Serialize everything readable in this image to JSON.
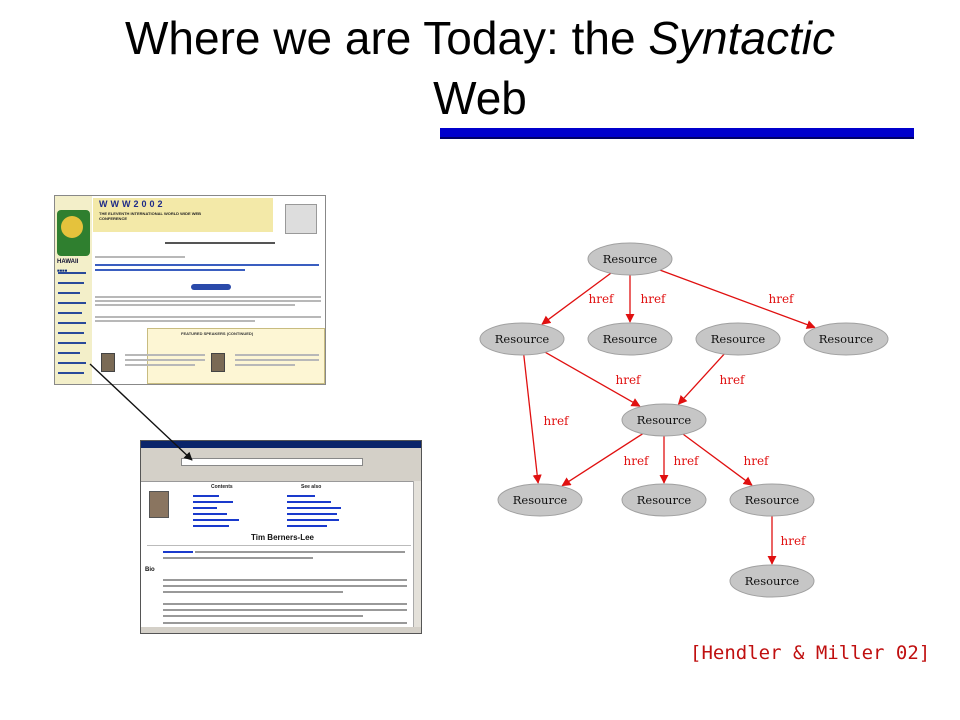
{
  "slide": {
    "title_line1_prefix": "Where we are Today: the ",
    "title_line1_italic": "Syntactic",
    "title_line2": "Web",
    "citation": "[Hendler & Miller 02]"
  },
  "colors": {
    "title_rule": "#0000cc",
    "edge": "#e01010",
    "node_fill": "#c6c6c6",
    "citation": "#c01010"
  },
  "screenshot_www2002": {
    "heading": "WWW2002",
    "subheading": "THE ELEVENTH INTERNATIONAL WORLD WIDE WEB CONFERENCE",
    "sidebar_label": "HAWAII",
    "featured_label": "FEATURED SPEAKERS (CONTINUED)"
  },
  "screenshot_tbl": {
    "heading": "Tim Berners-Lee",
    "bio_heading": "Bio",
    "contents_label": "Contents",
    "see_also_label": "See also"
  },
  "graph": {
    "nodes": [
      {
        "id": "n0",
        "label": "Resource"
      },
      {
        "id": "n1",
        "label": "Resource"
      },
      {
        "id": "n2",
        "label": "Resource"
      },
      {
        "id": "n3",
        "label": "Resource"
      },
      {
        "id": "n4",
        "label": "Resource"
      },
      {
        "id": "n5",
        "label": "Resource"
      },
      {
        "id": "n6",
        "label": "Resource"
      },
      {
        "id": "n7",
        "label": "Resource"
      },
      {
        "id": "n8",
        "label": "Resource"
      },
      {
        "id": "n9",
        "label": "Resource"
      }
    ],
    "edges": [
      {
        "from": "n0",
        "to": "n1",
        "label": "href"
      },
      {
        "from": "n0",
        "to": "n2",
        "label": "href"
      },
      {
        "from": "n0",
        "to": "n4",
        "label": "href"
      },
      {
        "from": "n1",
        "to": "n5",
        "label": "href"
      },
      {
        "from": "n1",
        "to": "n6",
        "label": "href"
      },
      {
        "from": "n3",
        "to": "n5",
        "label": "href"
      },
      {
        "from": "n5",
        "to": "n6",
        "label": "href"
      },
      {
        "from": "n5",
        "to": "n7",
        "label": "href"
      },
      {
        "from": "n5",
        "to": "n8",
        "label": "href"
      },
      {
        "from": "n8",
        "to": "n9",
        "label": "href"
      }
    ]
  }
}
